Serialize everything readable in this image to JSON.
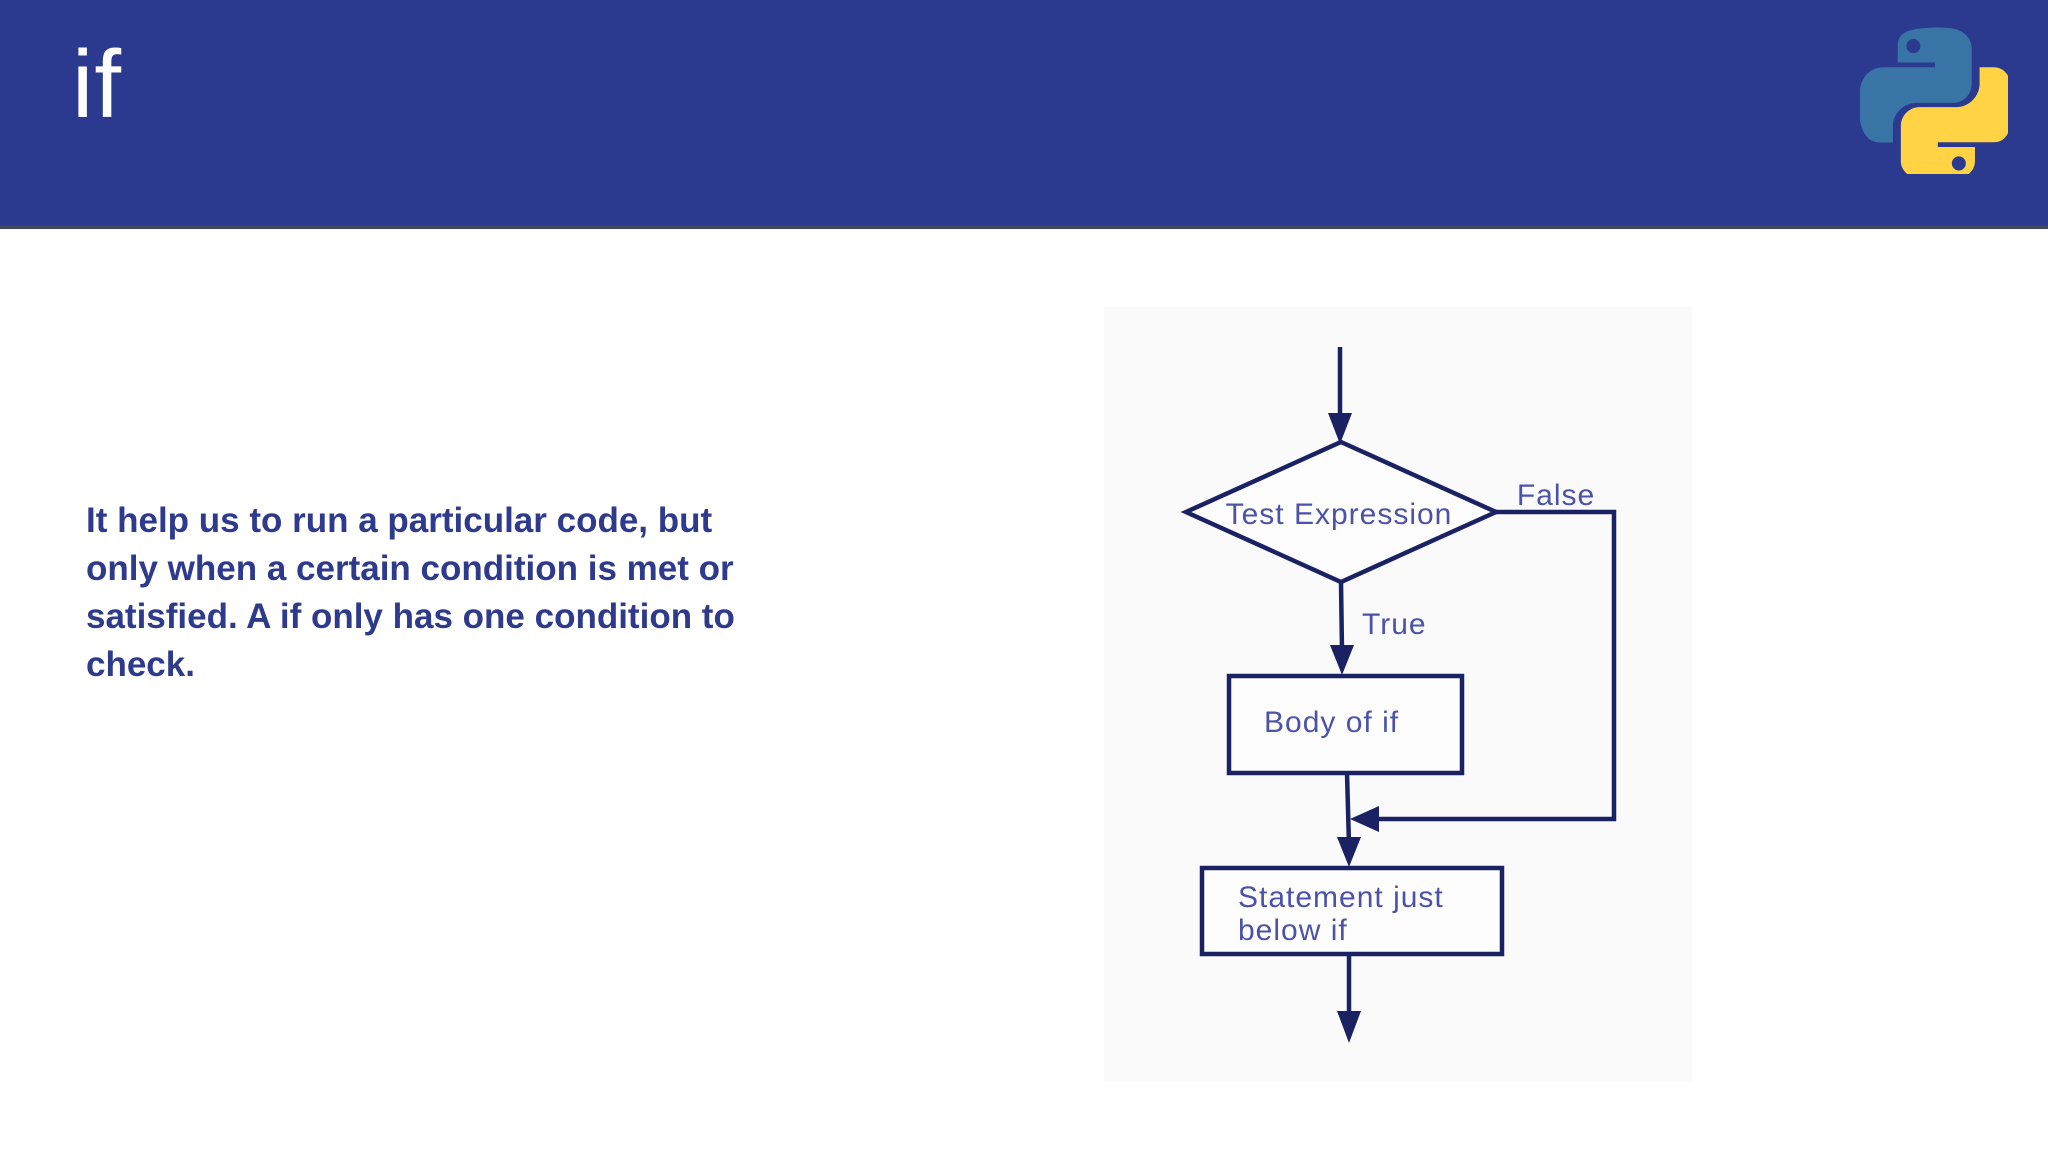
{
  "header": {
    "title": "if",
    "background_color": "#2b398e",
    "title_color": "#ffffff"
  },
  "python_logo": {
    "blue": "#3874a6",
    "yellow": "#ffd343"
  },
  "body": {
    "text_color": "#2e3a8c",
    "lines": [
      "It help us to run a particular code, but",
      "only when a certain condition is met or",
      "satisfied. A if only has one condition to",
      "check."
    ]
  },
  "flowchart": {
    "type": "flowchart",
    "background_color": "#fafafb",
    "line_color": "#1b2264",
    "label_color": "#4b52a8",
    "decision_label": "Test Expression",
    "true_label": "True",
    "false_label": "False",
    "true_node_label": "Body of if",
    "exit_node_label_line1": "Statement just",
    "exit_node_label_line2": "below if"
  }
}
